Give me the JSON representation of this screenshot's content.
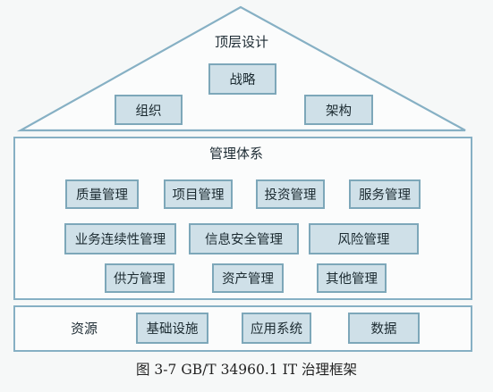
{
  "roof": {
    "title": "顶层设计",
    "items": [
      "战略",
      "组织",
      "架构"
    ]
  },
  "management": {
    "title": "管理体系",
    "rows": [
      [
        "质量管理",
        "项目管理",
        "投资管理",
        "服务管理"
      ],
      [
        "业务连续性管理",
        "信息安全管理",
        "风险管理"
      ],
      [
        "供方管理",
        "资产管理",
        "其他管理"
      ]
    ]
  },
  "resources": {
    "title": "资源",
    "items": [
      "基础设施",
      "应用系统",
      "数据"
    ]
  },
  "caption": "图 3-7    GB/T 34960.1 IT 治理框架",
  "colors": {
    "box_fill": "#cfe0e8",
    "box_border": "#7da7b9",
    "frame_border": "#86b0c4"
  }
}
